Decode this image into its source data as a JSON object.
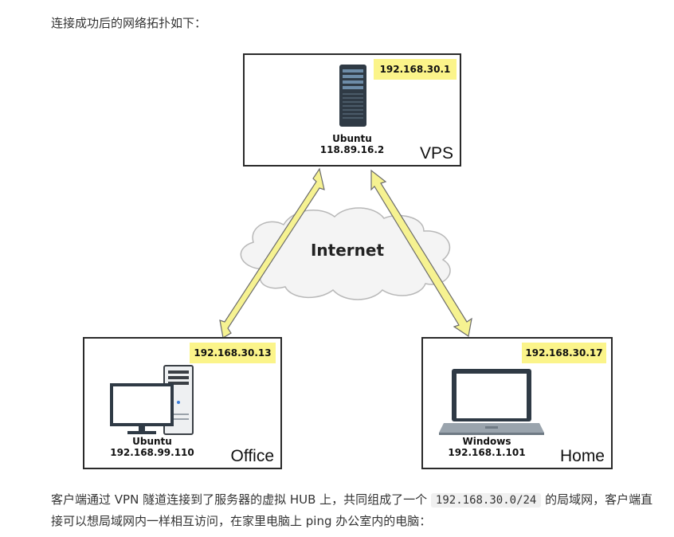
{
  "intro_text": "连接成功后的网络拓扑如下：",
  "vps": {
    "ip": "192.168.30.1",
    "os": "Ubuntu",
    "public_ip": "118.89.16.2",
    "label": "VPS"
  },
  "office": {
    "ip": "192.168.30.13",
    "os": "Ubuntu",
    "lan_ip": "192.168.99.110",
    "label": "Office"
  },
  "home": {
    "ip": "192.168.30.17",
    "os": "Windows",
    "lan_ip": "192.168.1.101",
    "label": "Home"
  },
  "cloud_label": "Internet",
  "outro": {
    "part1": "客户端通过 VPN 隧道连接到了服务器的虚拟 HUB 上，共同组成了一个 ",
    "code": "192.168.30.0/24",
    "part2": " 的局域网，客户端直接可以想局域网内一样相互访问，在家里电脑上 ping 办公室内的电脑："
  },
  "colors": {
    "ip_tag_bg": "#fbf48a",
    "arrow_fill": "#f6f291",
    "cloud_fill": "#f4f4f4",
    "device_dark": "#2f3a45"
  },
  "icons": [
    "server-icon",
    "desktop-pc-icon",
    "laptop-icon",
    "cloud-icon"
  ]
}
